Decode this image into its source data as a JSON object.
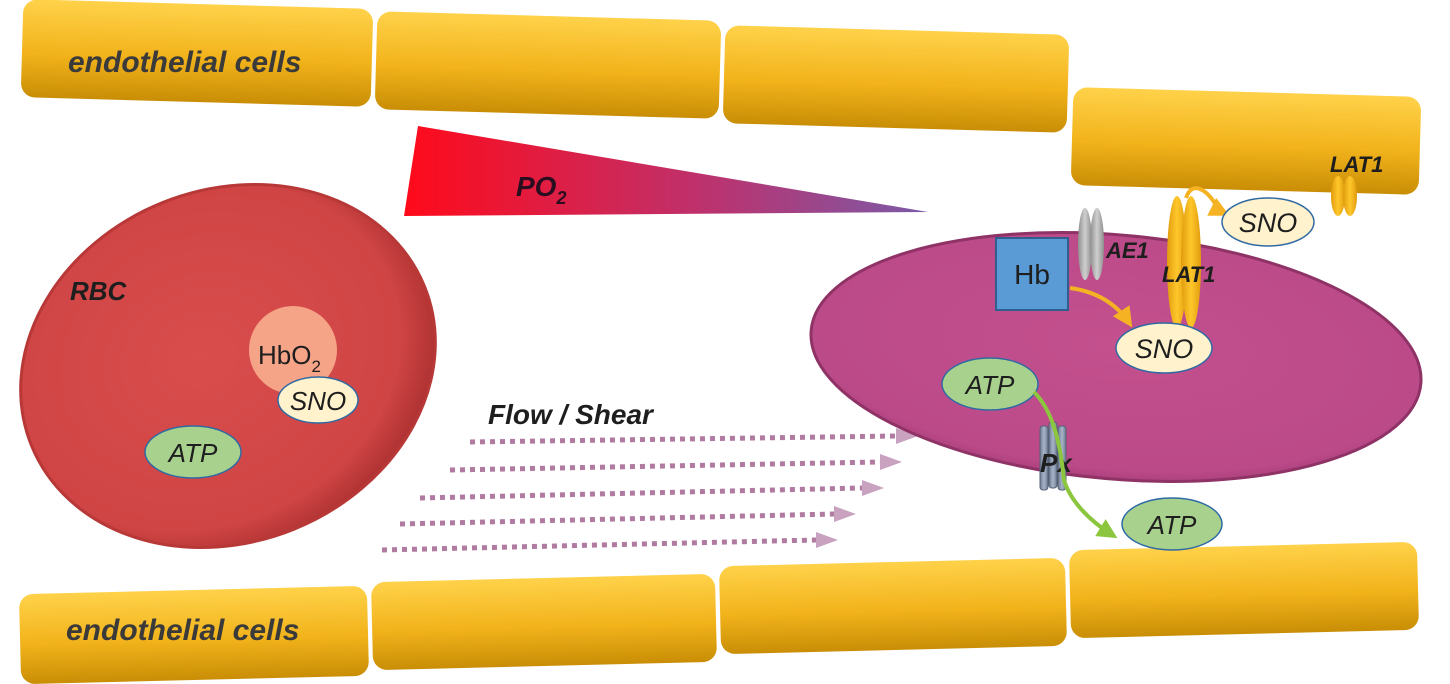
{
  "endothelium": {
    "top_label": "endothelial cells",
    "bottom_label": "endothelial cells"
  },
  "gradient": {
    "label": "PO",
    "label_sub": "2"
  },
  "oxy_rbc": {
    "label": "RBC",
    "hb_label": "HbO",
    "hb_sub": "2",
    "sno_label": "SNO",
    "atp_label": "ATP"
  },
  "flow": {
    "label": "Flow / Shear"
  },
  "deoxy_rbc": {
    "hb_label": "Hb",
    "ae1_label": "AE1",
    "lat1_label": "LAT1",
    "sno_inner_label": "SNO",
    "atp_inner_label": "ATP",
    "px_label": "Px"
  },
  "endothelial_side": {
    "lat1_label": "LAT1",
    "sno_label": "SNO",
    "atp_released_label": "ATP"
  },
  "colors": {
    "endothelium_fill": "#f2b41a",
    "oxy_rbc": "#d24848",
    "deoxy_rbc": "#c04d8c",
    "hb_box": "#5b9bd5",
    "atp_oval": "#a9d18e",
    "sno_oval": "#fff2cc",
    "arrow_orange": "#f5b323",
    "arrow_green": "#8cc63f",
    "flow_arrows": "#b07aa1"
  }
}
